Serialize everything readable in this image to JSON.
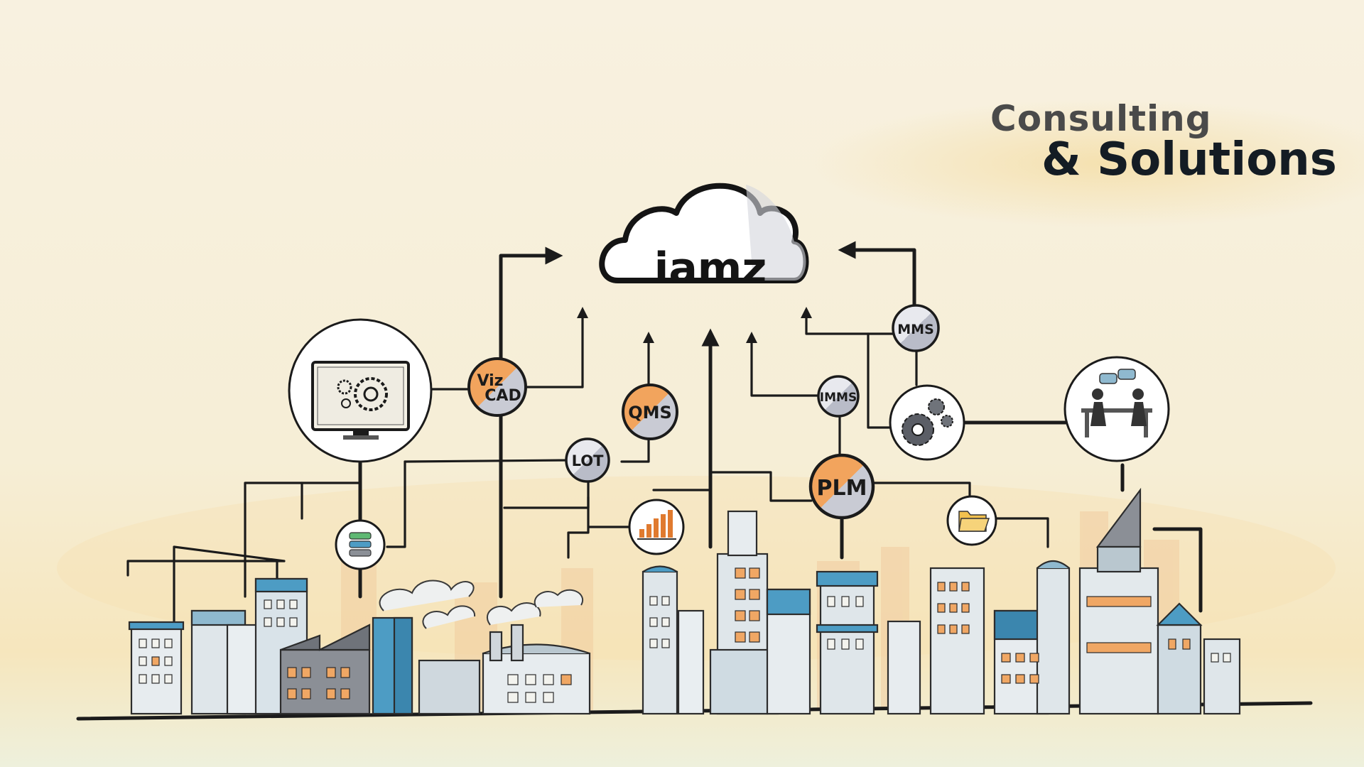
{
  "title": {
    "line1": "Consulting",
    "line2": "& Solutions"
  },
  "cloud": {
    "label": "iamz"
  },
  "nodes": {
    "vizcad": {
      "line1": "Viz",
      "line2": "CAD"
    },
    "qms": {
      "label": "QMS"
    },
    "lot": {
      "label": "LOT"
    },
    "imms": {
      "label": "IMMS"
    },
    "plm": {
      "label": "PLM"
    },
    "mms": {
      "label": "MMS"
    }
  },
  "icons": [
    "monitor-gears-icon",
    "database-icon",
    "bar-chart-icon",
    "folder-icon",
    "gears-icon",
    "meeting-icon"
  ],
  "colors": {
    "background": "#f7f0dd",
    "orange_node": "#f2a45d",
    "gray_node": "#c9cbd4",
    "ink": "#1b1b1b",
    "building_blue": "#4d9cc4",
    "window_orange": "#f0a764"
  }
}
